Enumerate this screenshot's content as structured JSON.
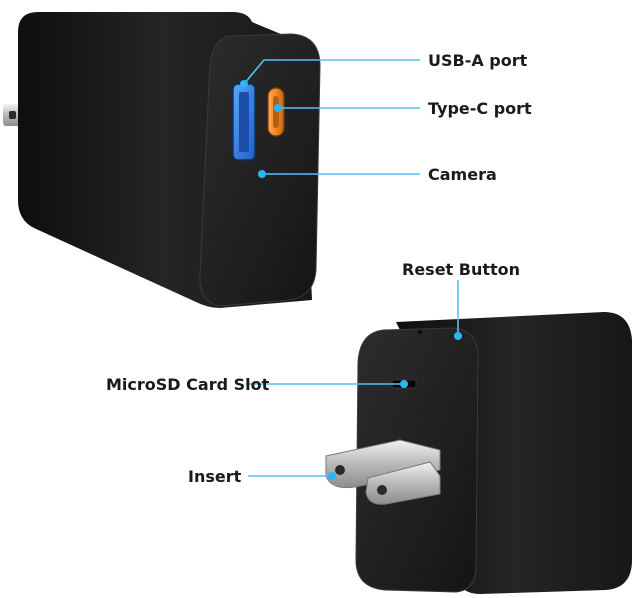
{
  "labels": {
    "usb_a": "USB-A port",
    "type_c": "Type-C port",
    "camera": "Camera",
    "reset_button": "Reset Button",
    "microsd_slot": "MicroSD Card Slot",
    "insert": "Insert"
  },
  "colors": {
    "callout_line": "#4fc3f7",
    "callout_dot": "#29b6f6",
    "body_dark": "#1c1c1c",
    "usb_a_blue": "#2f7fe0",
    "type_c_orange": "#f08a24",
    "prong_metal": "#c8c8c8"
  }
}
